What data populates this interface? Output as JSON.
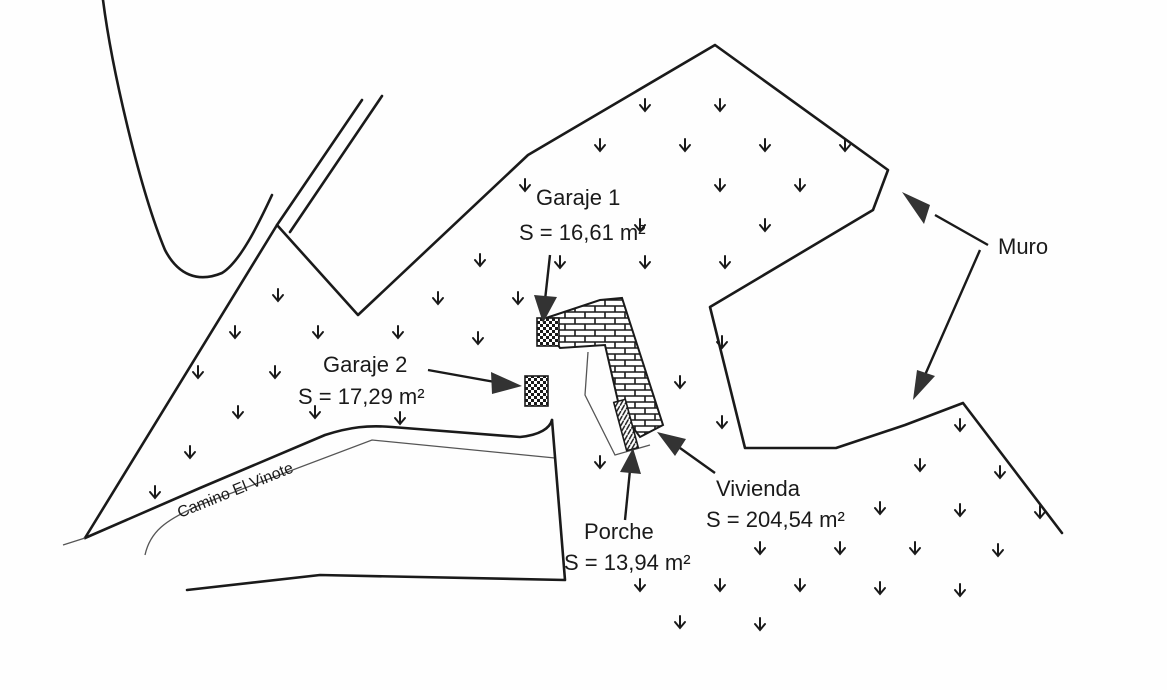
{
  "labels": {
    "garaje1_name": "Garaje 1",
    "garaje1_area": "S = 16,61 m²",
    "garaje2_name": "Garaje 2",
    "garaje2_area": "S = 17,29 m²",
    "vivienda_name": "Vivienda",
    "vivienda_area": "S = 204,54 m²",
    "porche_name": "Porche",
    "porche_area": "S = 13,94 m²",
    "muro": "Muro",
    "road_name": "Camino El Vinote"
  },
  "colors": {
    "ink": "#1a1a1a",
    "paper": "#fefefe"
  }
}
